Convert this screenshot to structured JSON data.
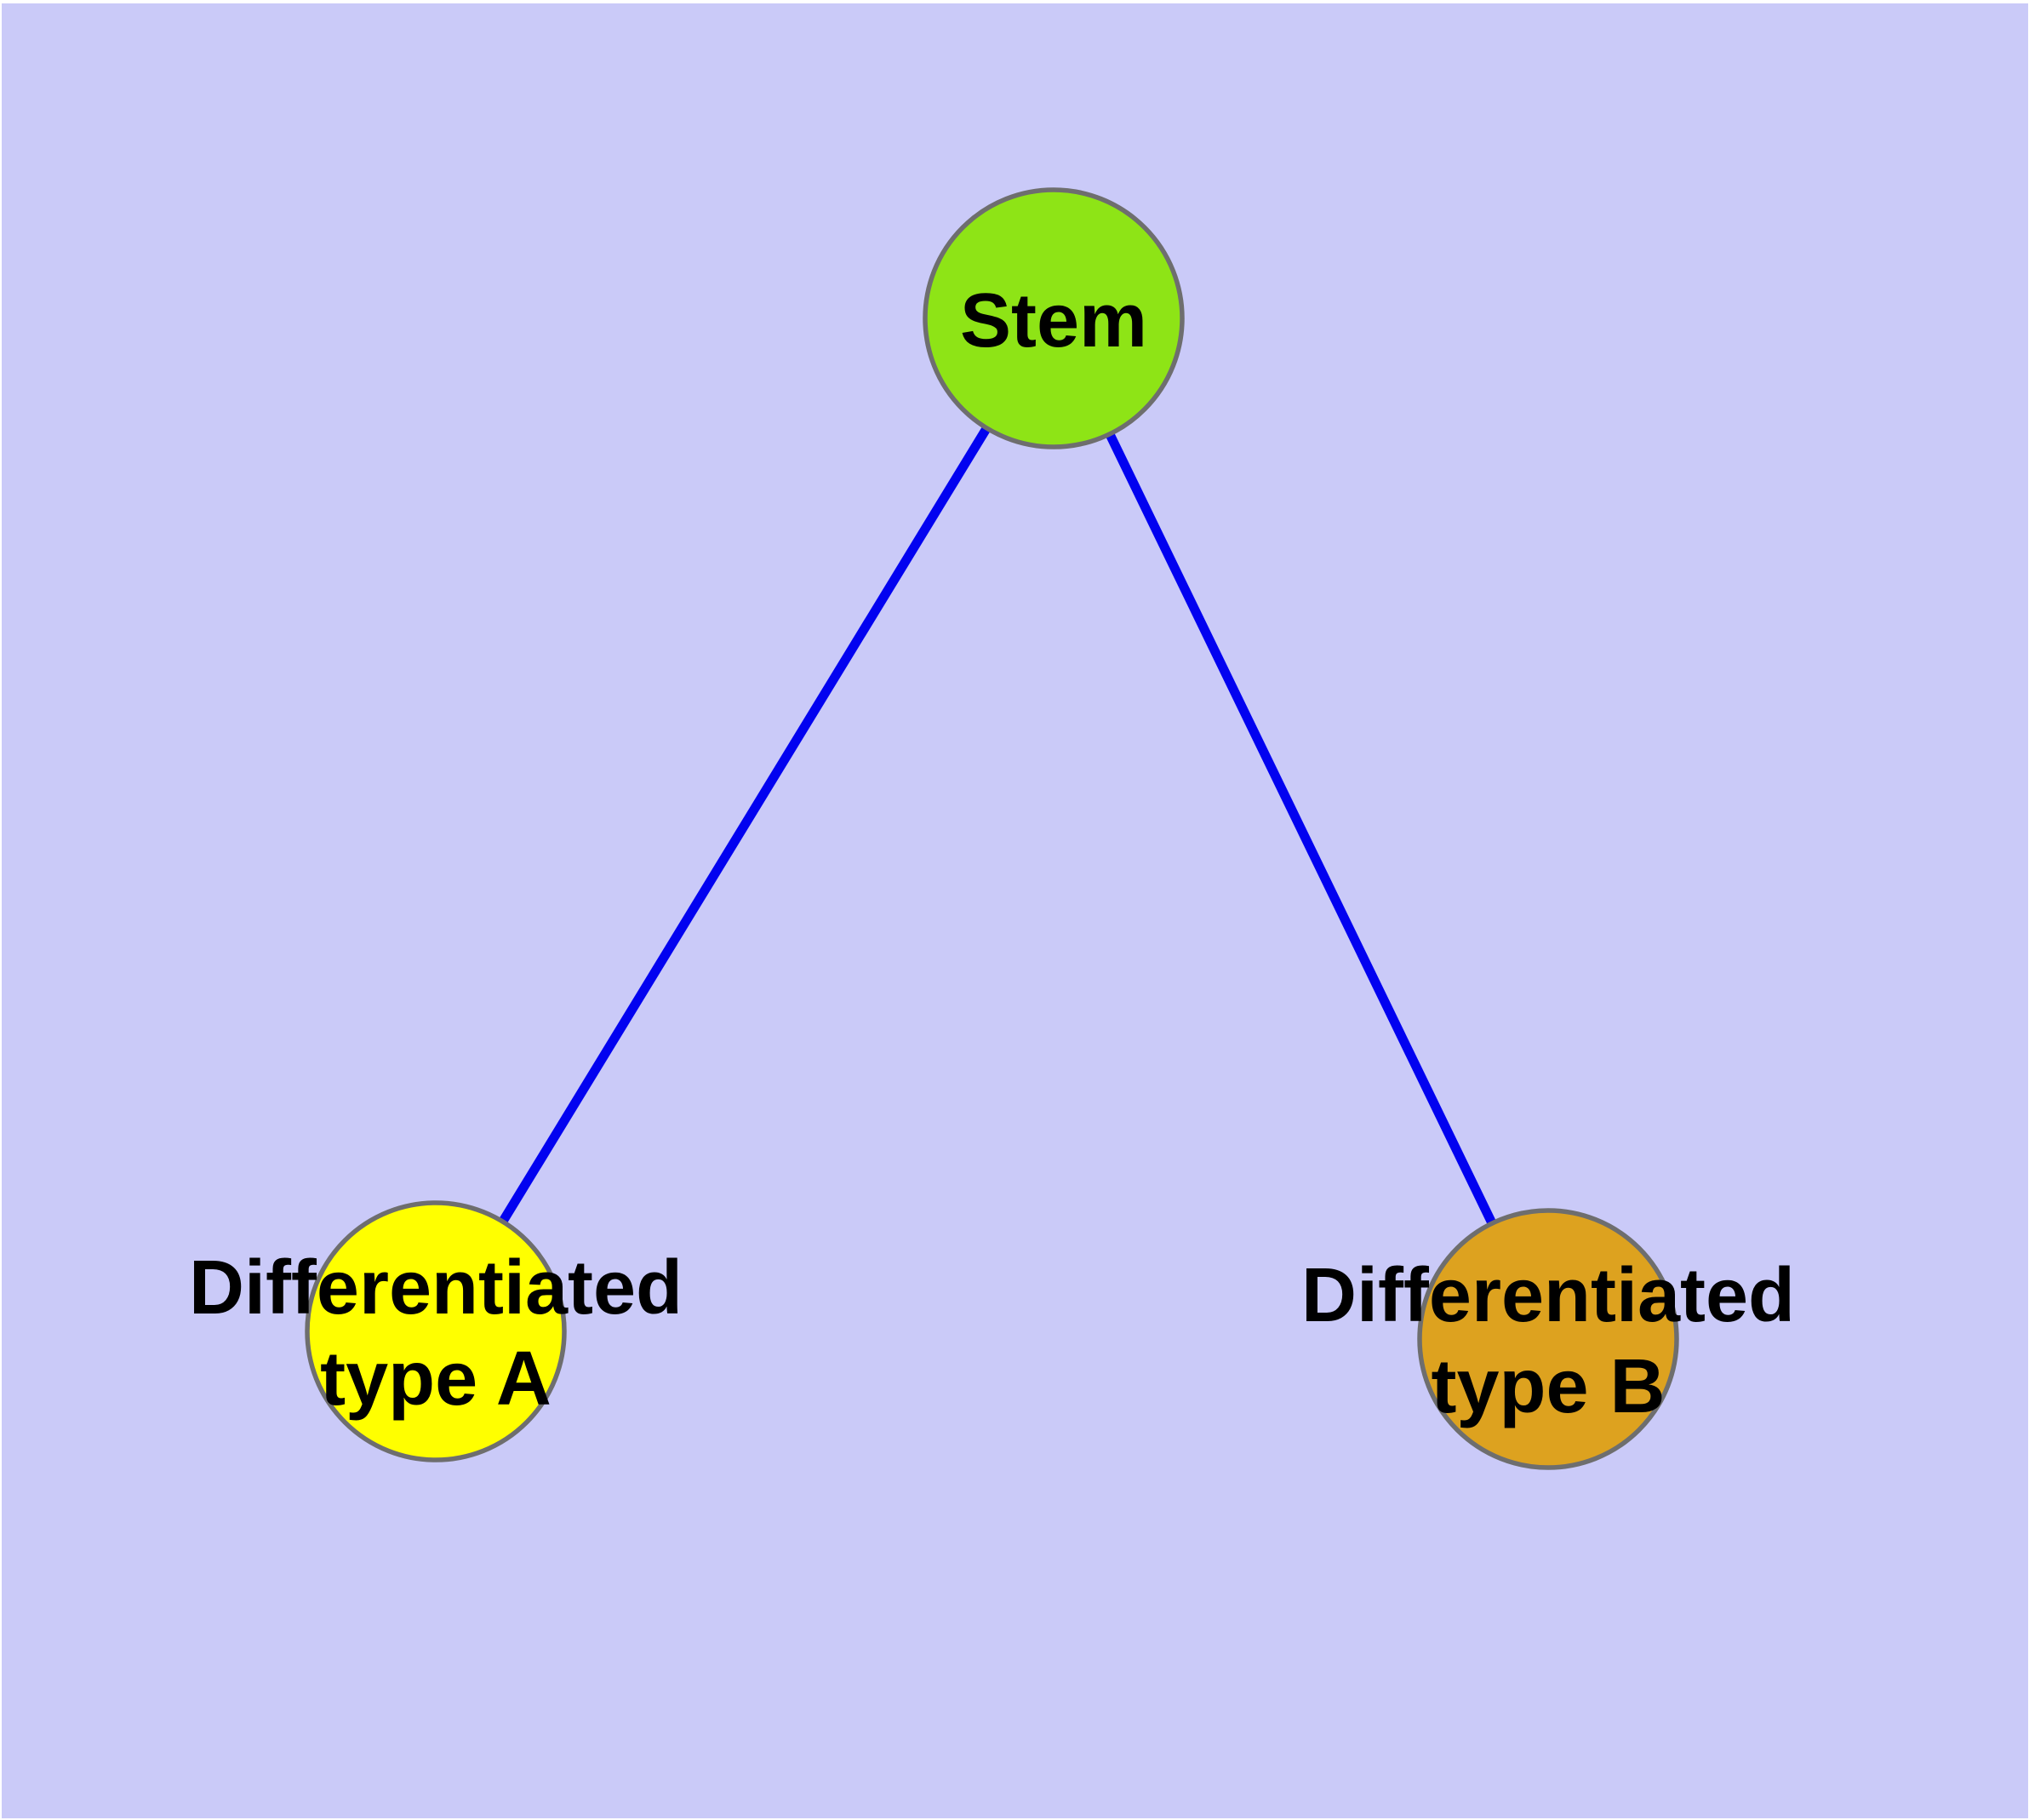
{
  "diagram": {
    "background_color": "#cacaf8",
    "edge_color": "#0202f0",
    "node_border_color": "#6e6e6e",
    "text_color": "#000000",
    "nodes": [
      {
        "id": "stem",
        "label": "Stem",
        "fill_color": "#8ee416"
      },
      {
        "id": "differentiated-type-a",
        "label": "Differentiated type A",
        "label_line1": "Differentiated",
        "label_line2": "type A",
        "fill_color": "#ffff00"
      },
      {
        "id": "differentiated-type-b",
        "label": "Differentiated type B",
        "label_line1": "Differentiated",
        "label_line2": "type B",
        "fill_color": "#dda21f"
      }
    ],
    "edges": [
      {
        "from": "Stem",
        "to": "Differentiated type A"
      },
      {
        "from": "Stem",
        "to": "Differentiated type B"
      }
    ]
  }
}
